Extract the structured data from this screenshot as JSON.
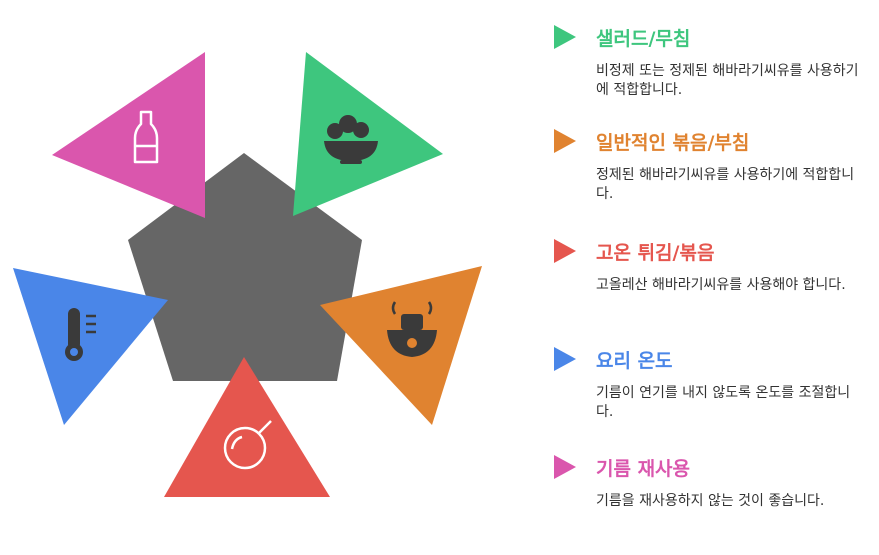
{
  "colors": {
    "center": "#666666",
    "salad": "#3ec67e",
    "stirfry": "#e08330",
    "deepfry": "#e5564e",
    "temperature": "#4a86e8",
    "reuse": "#da56ad",
    "icon_dark": "#3a3a3a"
  },
  "icons": {
    "salad": "salad-bowl-icon",
    "stirfry": "wok-bowl-icon",
    "deepfry": "frying-pan-icon",
    "temperature": "thermometer-icon",
    "reuse": "oil-bottle-icon"
  },
  "legend": [
    {
      "key": "salad",
      "title": "샐러드/무침",
      "desc": "비정제 또는 정제된 해바라기씨유를 사용하기에 적합합니다."
    },
    {
      "key": "stirfry",
      "title": "일반적인 볶음/부침",
      "desc": "정제된 해바라기씨유를 사용하기에 적합합니다."
    },
    {
      "key": "deepfry",
      "title": "고온 튀김/볶음",
      "desc": "고올레산 해바라기씨유를 사용해야 합니다."
    },
    {
      "key": "temperature",
      "title": "요리 온도",
      "desc": "기름이 연기를 내지 않도록 온도를 조절합니다."
    },
    {
      "key": "reuse",
      "title": "기름 재사용",
      "desc": "기름을 재사용하지 않는 것이 좋습니다."
    }
  ]
}
